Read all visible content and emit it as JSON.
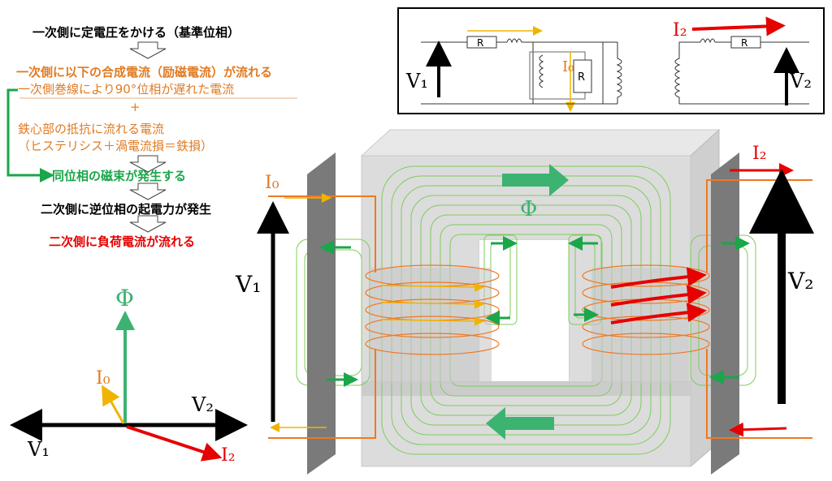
{
  "flow": {
    "step1": "一次側に定電圧をかける（基準位相）",
    "step2": "一次側に以下の合成電流（励磁電流）が流れる",
    "step2a": "一次側巻線により90°位相が遅れた電流",
    "plus": "+",
    "step2b": "鉄心部の抵抗に流れる電流",
    "step2c": "（ヒステリシス＋渦電流損＝鉄損）",
    "step3": "同位相の磁束が発生する",
    "step4": "二次側に逆位相の起電力が発生",
    "step5": "二次側に負荷電流が流れる"
  },
  "phasor": {
    "phi": "Φ",
    "i0": "I₀",
    "v1": "V₁",
    "v2": "V₂",
    "i2": "I₂"
  },
  "circuit": {
    "r_label": "R",
    "i2": "I₂",
    "i0": "I₀",
    "v1": "V₁",
    "v2": "V₂"
  },
  "transformer": {
    "i0": "I₀",
    "i2": "I₂",
    "phi": "Φ",
    "v1": "V₁",
    "v2": "V₂"
  },
  "colors": {
    "orange": "#e07b22",
    "green": "#3cb371",
    "red": "#e60000",
    "gold": "#f0b400",
    "black": "#000000"
  }
}
